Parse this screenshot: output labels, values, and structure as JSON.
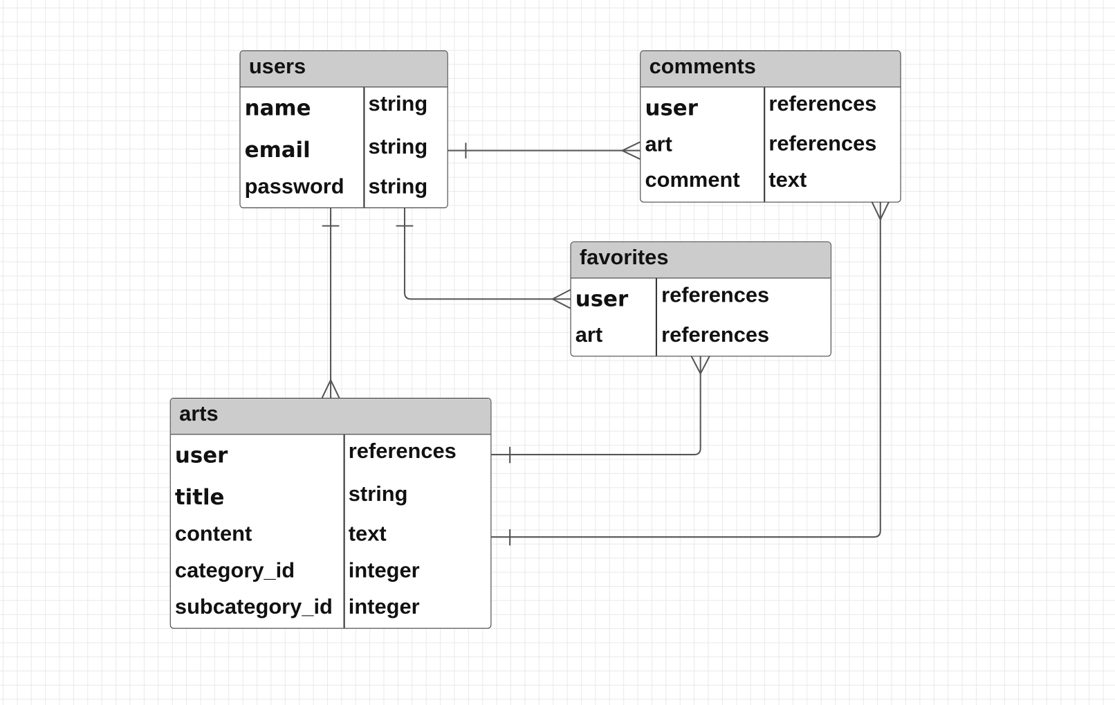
{
  "entities": {
    "users": {
      "name": "users",
      "fields": [
        {
          "name": "name",
          "type": "string"
        },
        {
          "name": "email",
          "type": "string"
        },
        {
          "name": "password",
          "type": "string"
        }
      ]
    },
    "comments": {
      "name": "comments",
      "fields": [
        {
          "name": "user",
          "type": "references"
        },
        {
          "name": "art",
          "type": "references"
        },
        {
          "name": "comment",
          "type": "text"
        }
      ]
    },
    "favorites": {
      "name": "favorites",
      "fields": [
        {
          "name": "user",
          "type": "references"
        },
        {
          "name": "art",
          "type": "references"
        }
      ]
    },
    "arts": {
      "name": "arts",
      "fields": [
        {
          "name": "user",
          "type": "references"
        },
        {
          "name": "title",
          "type": "string"
        },
        {
          "name": "content",
          "type": "text"
        },
        {
          "name": "category_id",
          "type": "integer"
        },
        {
          "name": "subcategory_id",
          "type": "integer"
        }
      ]
    }
  },
  "relationships": [
    {
      "from": "users",
      "to": "comments",
      "from_cardinality": "one",
      "to_cardinality": "many"
    },
    {
      "from": "users",
      "to": "favorites",
      "from_cardinality": "one",
      "to_cardinality": "many"
    },
    {
      "from": "users",
      "to": "arts",
      "from_cardinality": "one",
      "to_cardinality": "many"
    },
    {
      "from": "arts",
      "to": "favorites",
      "from_cardinality": "one",
      "to_cardinality": "many"
    },
    {
      "from": "arts",
      "to": "comments",
      "from_cardinality": "one",
      "to_cardinality": "many"
    }
  ],
  "colors": {
    "header_fill": "#cccccc",
    "line": "#555555",
    "border": "#333333",
    "grid": "#e9e9e9"
  }
}
